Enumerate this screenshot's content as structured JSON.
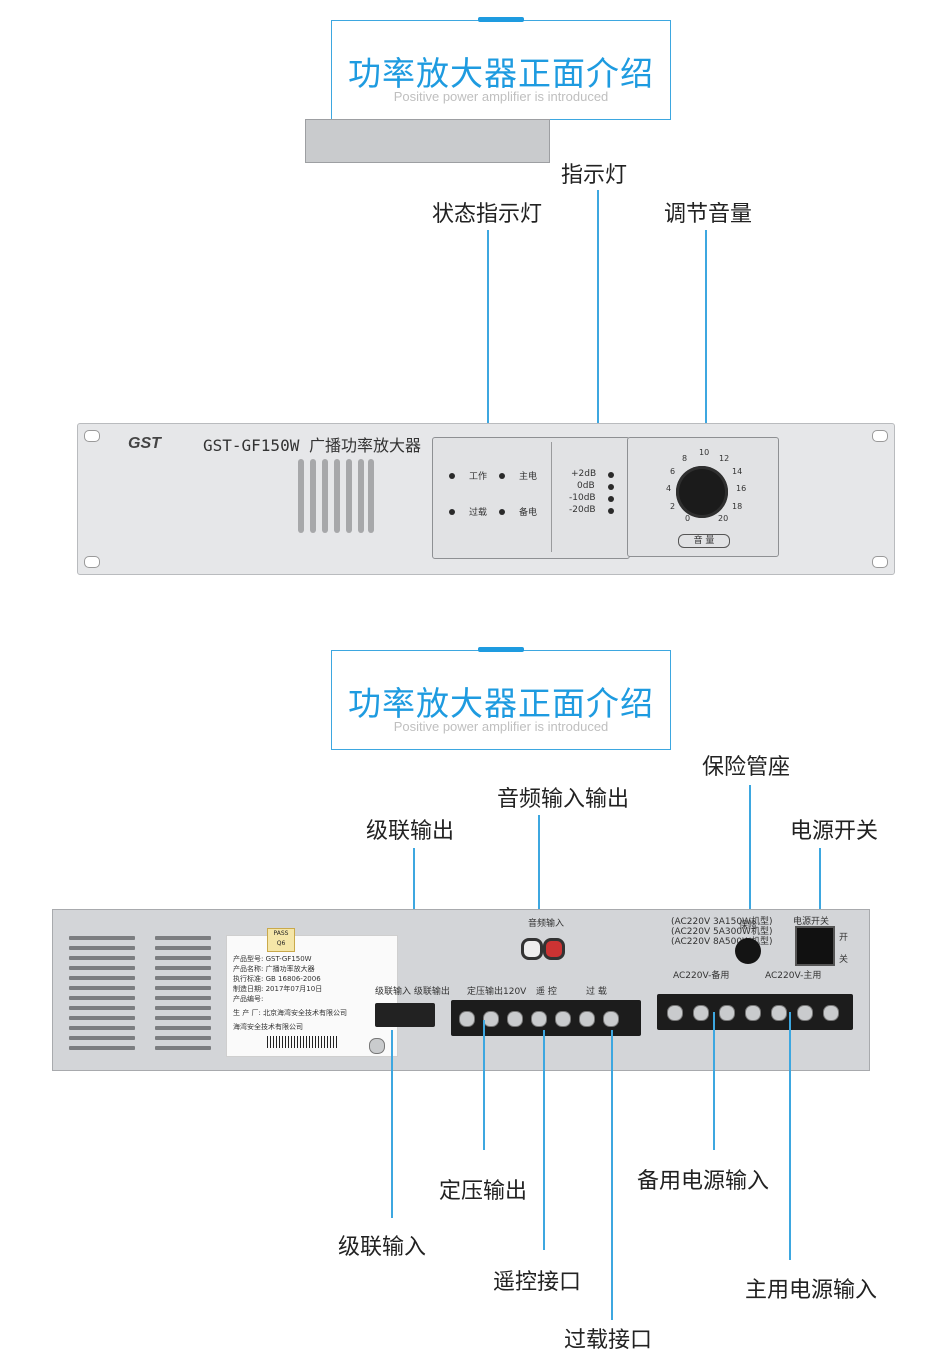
{
  "front_section": {
    "title_zh": "功率放大器正面介绍",
    "title_en": "Positive power amplifier is introduced",
    "callouts": {
      "indicator_lights": "指示灯",
      "status_indicator": "状态指示灯",
      "volume_adjust": "调节音量"
    },
    "device": {
      "brand": "GST",
      "model": "GST-GF150W 广播功率放大器",
      "status_leds": [
        "工作",
        "主电",
        "过载",
        "备电"
      ],
      "level_leds": [
        "+2dB",
        "0dB",
        "-10dB",
        "-20dB"
      ],
      "volume_ticks": [
        "0",
        "2",
        "4",
        "6",
        "8",
        "10",
        "12",
        "14",
        "16",
        "18",
        "20"
      ],
      "volume_label": "音 量"
    }
  },
  "rear_section": {
    "title_zh": "功率放大器正面介绍",
    "title_en": "Positive power amplifier is introduced",
    "callouts": {
      "fuse_holder": "保险管座",
      "audio_io": "音频输入输出",
      "cascade_out": "级联输出",
      "power_switch": "电源开关",
      "constant_voltage_out": "定压输出",
      "backup_power_in": "备用电源输入",
      "cascade_in": "级联输入",
      "remote_port": "遥控接口",
      "main_power_in": "主用电源输入",
      "overload_port": "过载接口"
    },
    "device": {
      "audio_in_label": "音频输入",
      "cascade_labels": "级联输入 级联输出",
      "terminal_labels": [
        "定压输出120V",
        "遥 控",
        "过 载"
      ],
      "fuse_specs": [
        "(AC220V 3A150W机型)",
        "(AC220V 5A300W机型)",
        "(AC220V 8A500W机型)"
      ],
      "fuse_label": "保险",
      "power_switch_label": "电源开关",
      "switch_on": "开",
      "switch_off": "关",
      "power_labels": [
        "AC220V-备用",
        "AC220V-主用"
      ],
      "sticker": {
        "pass": "PASS",
        "q6": "Q6",
        "lines": [
          "产品型号: GST-GF150W",
          "产品名称: 广播功率放大器",
          "执行标准: GB 16806-2006",
          "制造日期: 2017年07月10日",
          "产品编号:",
          "生 产 厂: 北京海湾安全技术有限公司",
          "海湾安全技术有限公司"
        ]
      }
    }
  }
}
